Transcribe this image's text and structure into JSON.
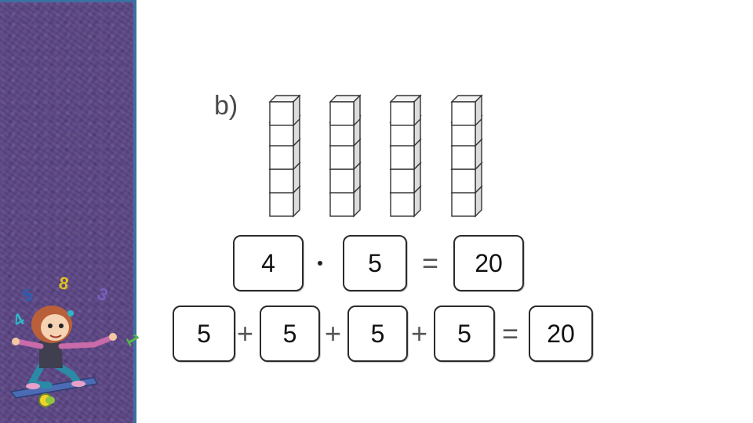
{
  "exercise": {
    "label": "b)"
  },
  "multiplication": {
    "factor_a": "4",
    "operator": "·",
    "factor_b": "5",
    "equals": "=",
    "result": "20"
  },
  "addition": {
    "terms": [
      "5",
      "5",
      "5",
      "5"
    ],
    "plus": "+",
    "equals": "=",
    "result": "20"
  },
  "illustration": {
    "cube_towers": 4,
    "cubes_per_tower": 5,
    "juggling_digits": [
      "4",
      "5",
      "8",
      "3",
      "1"
    ]
  },
  "colors": {
    "sidebar": "#5b4584",
    "sidebar_edge": "#3c6fa3"
  }
}
